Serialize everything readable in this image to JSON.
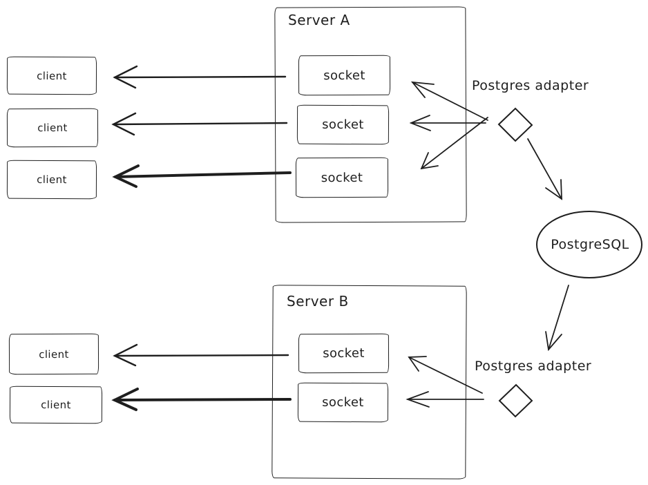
{
  "groups": {
    "a": {
      "server_title": "Server A",
      "sockets": [
        "socket",
        "socket",
        "socket"
      ],
      "clients": [
        "client",
        "client",
        "client"
      ],
      "adapter_label": "Postgres adapter"
    },
    "b": {
      "server_title": "Server B",
      "sockets": [
        "socket",
        "socket"
      ],
      "clients": [
        "client",
        "client"
      ],
      "adapter_label": "Postgres adapter"
    }
  },
  "database_label": "PostgreSQL",
  "colors": {
    "ink": "#1e1e1e",
    "background": "#ffffff"
  }
}
